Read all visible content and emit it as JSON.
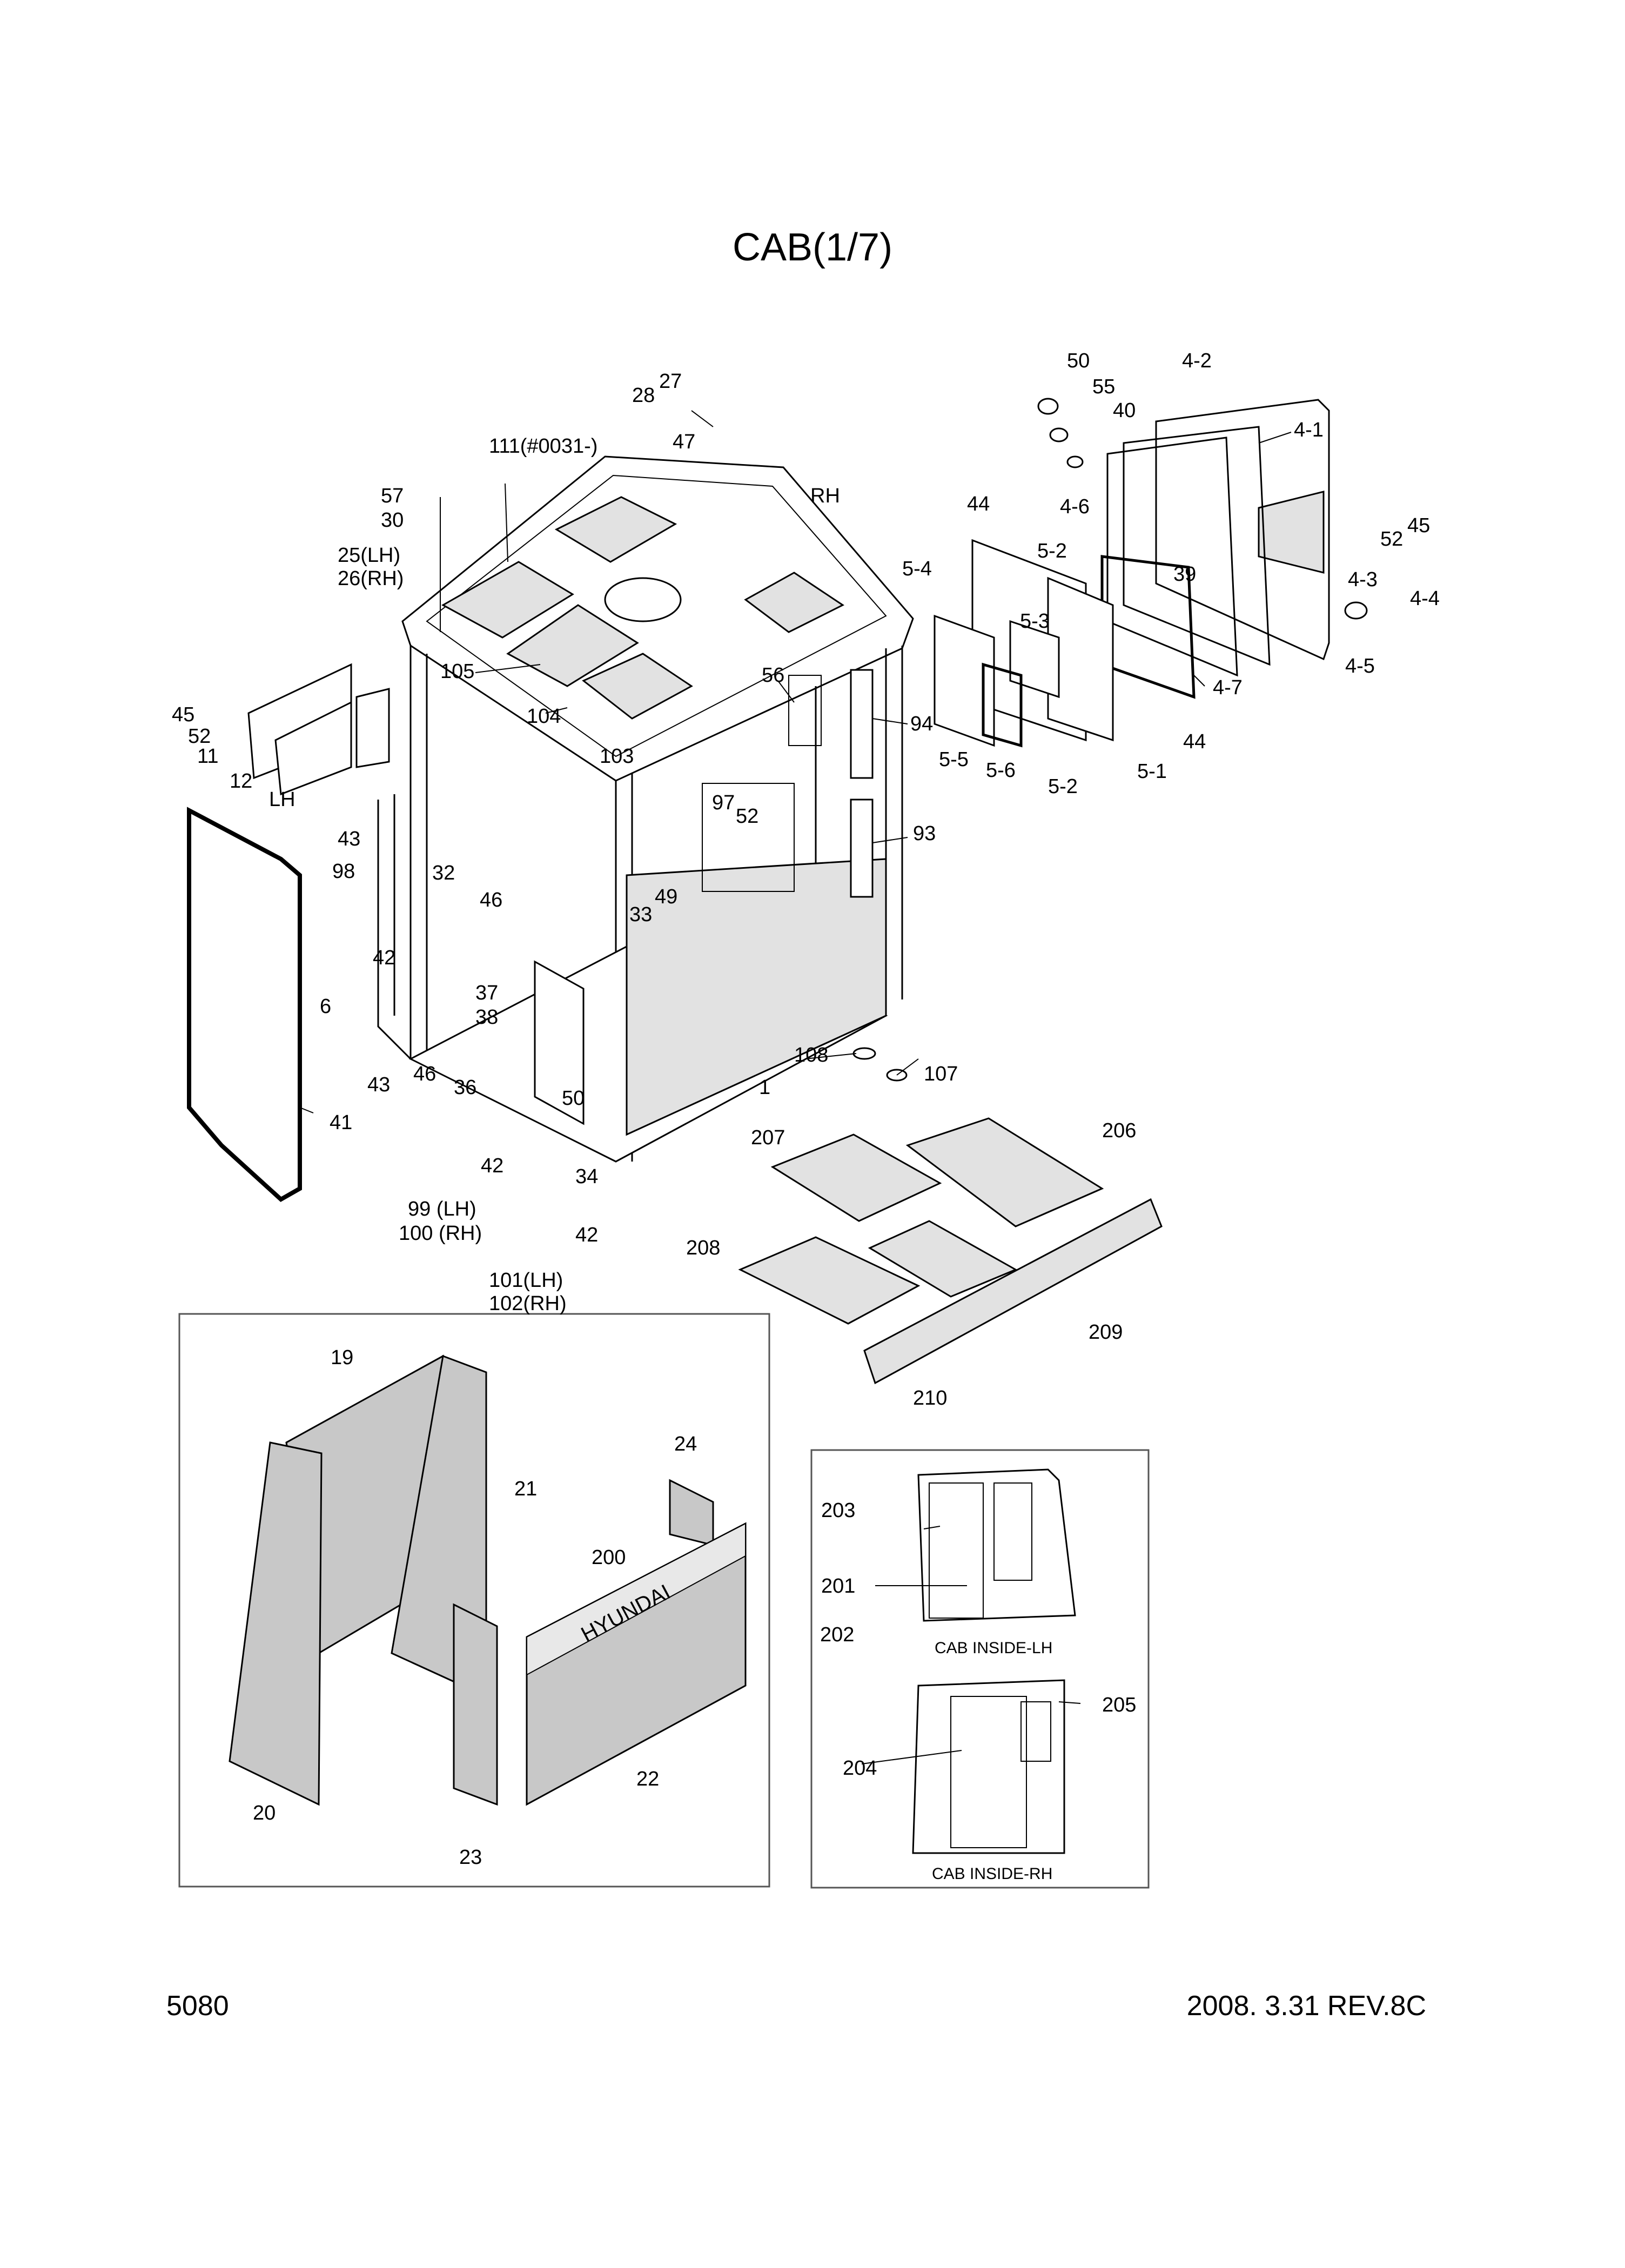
{
  "title": "CAB(1/7)",
  "page_number": "5080",
  "revision": "2008. 3.31  REV.8C",
  "main_labels": {
    "l111": "111(#0031-)",
    "l27": "27",
    "l28": "28",
    "l47": "47",
    "rh_arrow": "RH",
    "l57": "57",
    "l30": "30",
    "l25": "25(LH)",
    "l26": "26(RH)",
    "l105": "105",
    "l104": "104",
    "l103": "103",
    "l56": "56",
    "l45a": "45",
    "l52a": "52",
    "l11": "11",
    "l12": "12",
    "lh_arrow": "LH",
    "l43a": "43",
    "l98": "98",
    "l42a": "42",
    "l6": "6",
    "l32": "32",
    "l46a": "46",
    "l33": "33",
    "l49": "49",
    "l97": "97",
    "l52b": "52",
    "l94": "94",
    "l93": "93",
    "l37": "37",
    "l38": "38",
    "l43b": "43",
    "l46b": "46",
    "l36": "36",
    "l41": "41",
    "l50b": "50",
    "l34": "34",
    "l42b": "42",
    "l42c": "42",
    "l99": "99 (LH)",
    "l100": "100 (RH)",
    "l101": "101(LH)",
    "l102": "102(RH)",
    "l1": "1",
    "l108": "108",
    "l107": "107",
    "l50a": "50",
    "l55": "55",
    "l40": "40",
    "l42h": "4-2",
    "l41h": "4-1",
    "l44a": "44",
    "l46h": "4-6",
    "l52h": "5-2",
    "l54": "5-4",
    "l53": "5-3",
    "l39": "39",
    "l52c": "52",
    "l45b": "45",
    "l43h": "4-3",
    "l44h": "4-4",
    "l45h": "4-5",
    "l47h": "4-7",
    "l44b": "44",
    "l51": "5-1",
    "l55h": "5-5",
    "l56h": "5-6",
    "l52d": "5-2"
  },
  "mats": {
    "l207": "207",
    "l206": "206",
    "l208": "208",
    "l209": "209",
    "l210": "210"
  },
  "panel_box": {
    "l19": "19",
    "l21": "21",
    "l24": "24",
    "l200": "200",
    "brand": "HYUNDAI",
    "l20": "20",
    "l23": "23",
    "l22": "22"
  },
  "inside_box": {
    "l203": "203",
    "l201": "201",
    "l202": "202",
    "cap_lh": "CAB INSIDE-LH",
    "l205": "205",
    "l204": "204",
    "cap_rh": "CAB INSIDE-RH"
  }
}
